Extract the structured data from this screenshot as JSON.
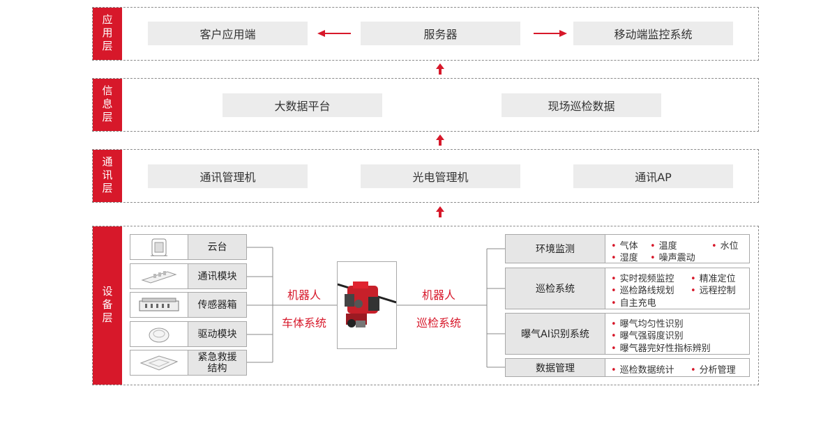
{
  "layers": {
    "app": {
      "label": "应用层",
      "boxes": [
        "客户应用端",
        "服务器",
        "移动端监控系统"
      ]
    },
    "info": {
      "label": "信息层",
      "boxes": [
        "大数据平台",
        "现场巡检数据"
      ]
    },
    "comm": {
      "label": "通讯层",
      "boxes": [
        "通讯管理机",
        "光电管理机",
        "通讯AP"
      ]
    },
    "device": {
      "label": "设备层",
      "modules": [
        "云台",
        "通讯模块",
        "传感器箱",
        "驱动模块",
        "紧急救援\n结构"
      ],
      "left_label_1": "机器人",
      "left_label_2": "车体系统",
      "right_label_1": "机器人",
      "right_label_2": "巡检系统",
      "functions": [
        {
          "name": "环境监测",
          "items": [
            "气体",
            "温度",
            "水位",
            "湿度",
            "噪声震动"
          ]
        },
        {
          "name": "巡检系统",
          "items": [
            "实时视频监控",
            "精准定位",
            "巡检路线规划",
            "远程控制",
            "自主充电"
          ]
        },
        {
          "name": "曝气AI识别系统",
          "items": [
            "曝气均匀性识别",
            "曝气强弱度识别",
            "曝气器完好性指标辨别"
          ]
        },
        {
          "name": "数据管理",
          "items": [
            "巡检数据统计",
            "分析管理"
          ]
        }
      ]
    }
  },
  "colors": {
    "accent": "#d7182a",
    "box_bg": "#ececec",
    "border": "#8a8a8a"
  }
}
